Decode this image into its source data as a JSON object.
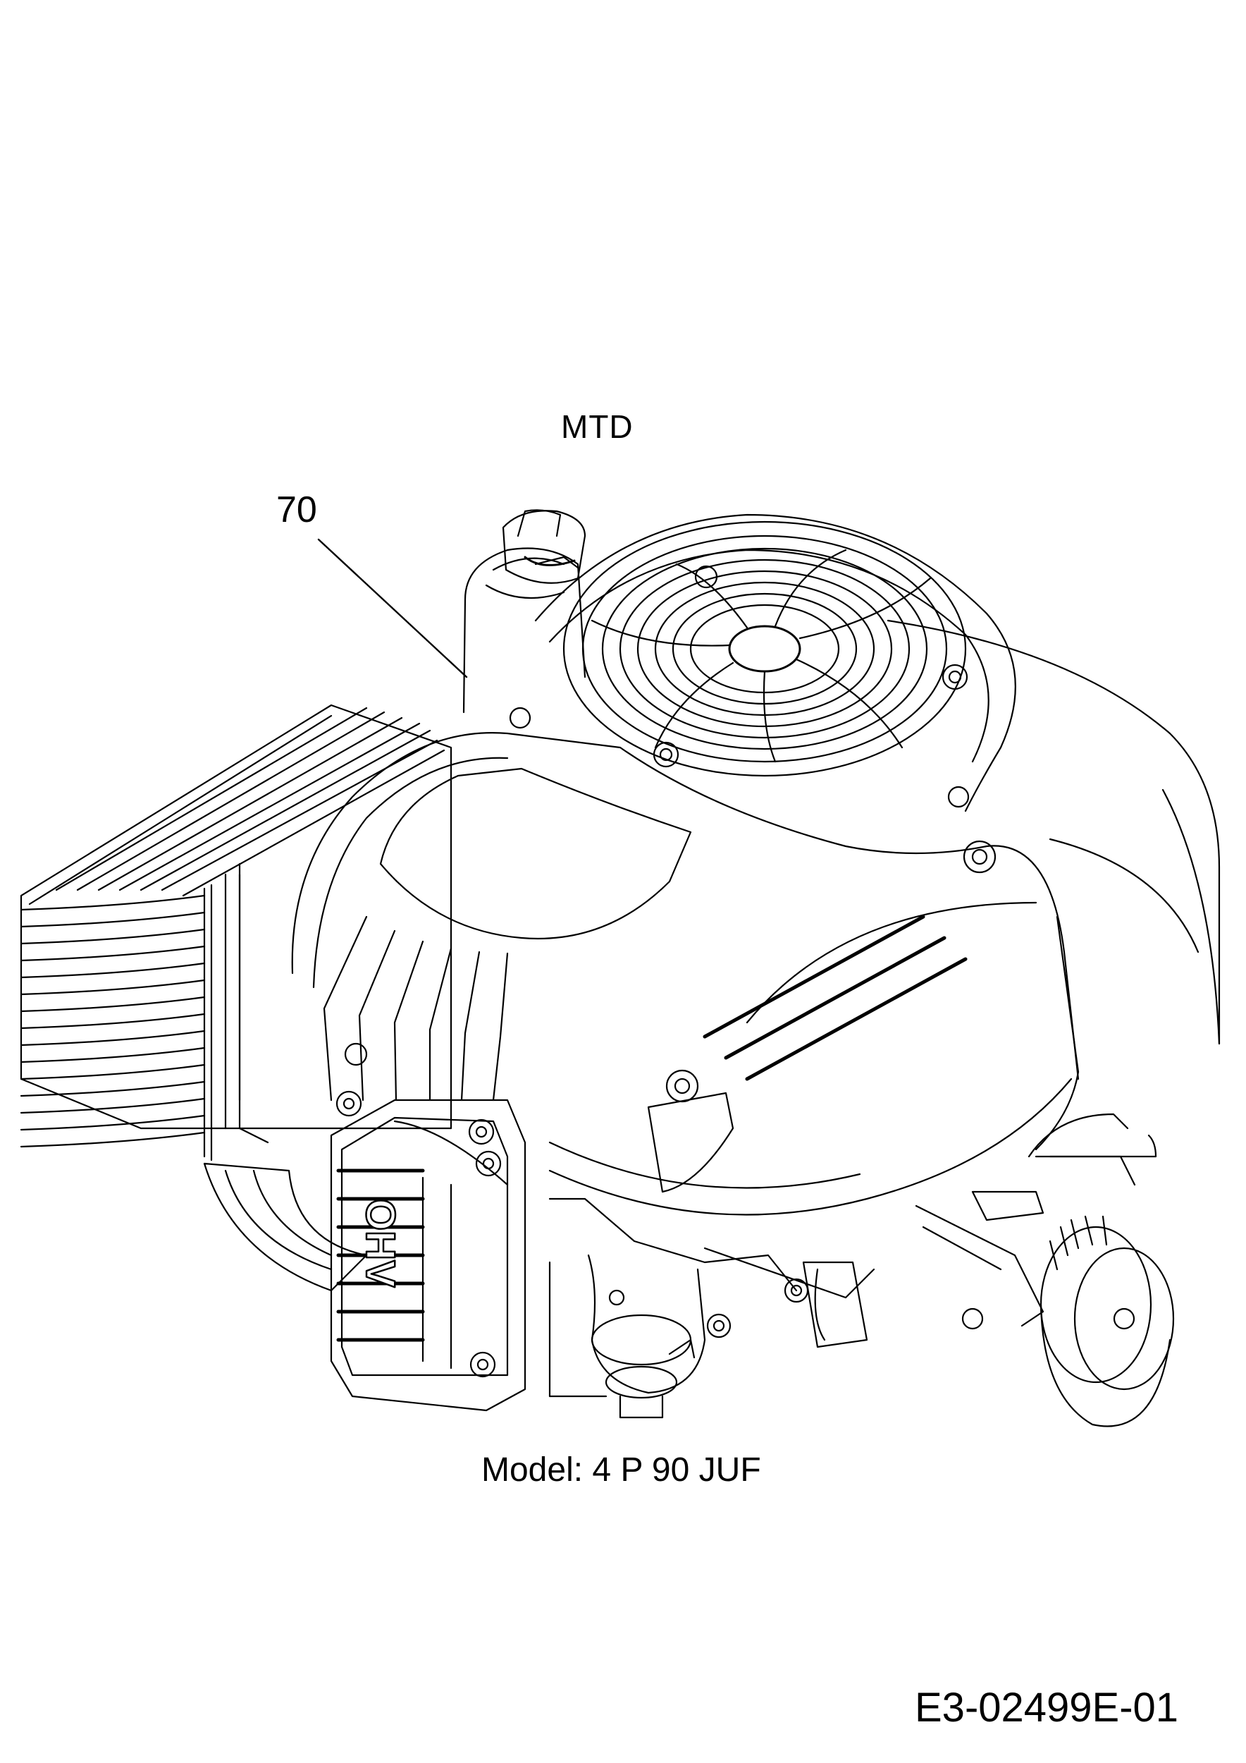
{
  "diagram": {
    "brand_label": "MTD",
    "part_callouts": [
      {
        "number": "70"
      }
    ],
    "engine_logo_text": "OHV",
    "model_label": "Model: 4 P 90 JUF",
    "drawing_id": "E3-02499E-01"
  },
  "colors": {
    "line": "#000000",
    "background": "#ffffff"
  }
}
